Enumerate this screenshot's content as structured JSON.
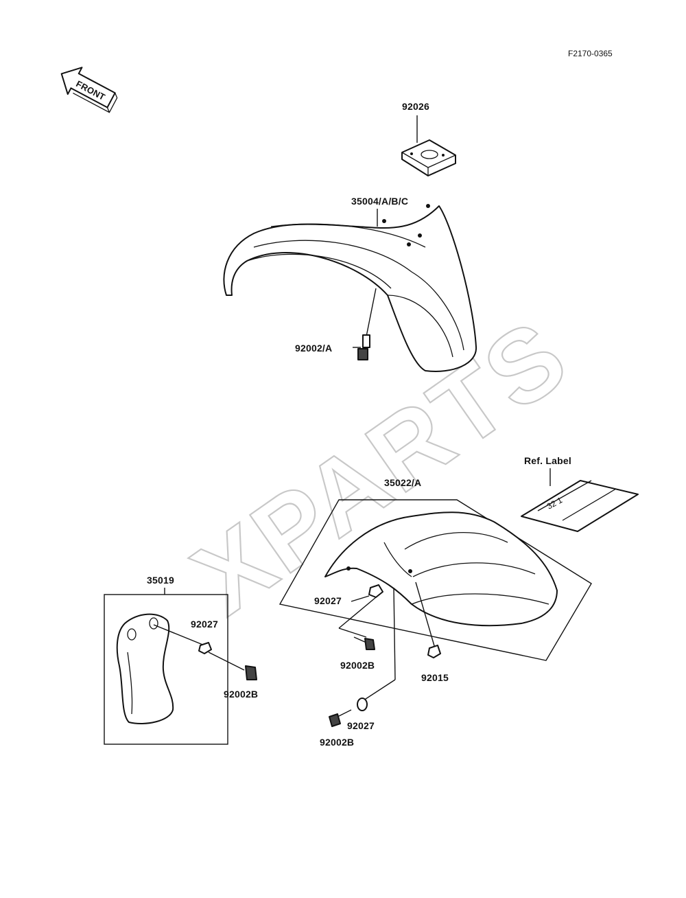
{
  "diagram_code": "F2170-0365",
  "front_arrow_label": "FRONT",
  "watermark": "XPARTS",
  "labels": {
    "p92026": "92026",
    "p35004": "35004/A/B/C",
    "p92002a": "92002/A",
    "ref_label": "Ref. Label",
    "p35022": "35022/A",
    "p35019": "35019",
    "p92027_left": "92027",
    "p92002b_left": "92002B",
    "p92027_rear": "92027",
    "p92002b_mid": "92002B",
    "p92015": "92015",
    "p92027_bottom": "92027",
    "p92002b_bottom": "92002B"
  },
  "ref_label_sticker_text": "32 1"
}
